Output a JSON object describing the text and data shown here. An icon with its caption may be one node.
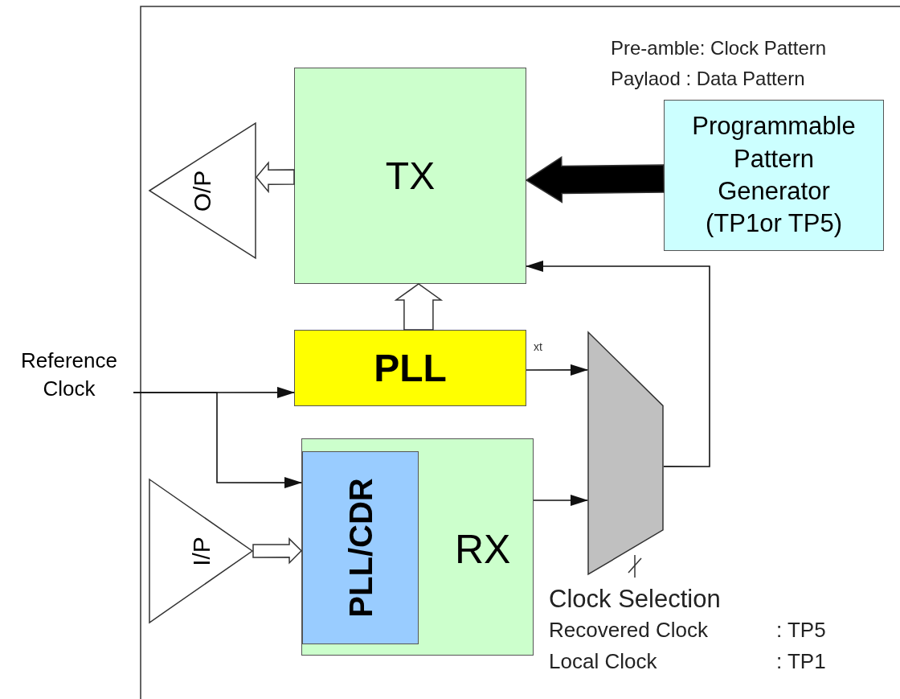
{
  "diagram": {
    "nodes": [
      {
        "text": [
          "TX"
        ]
      },
      {
        "text": [
          "O/P"
        ]
      },
      {
        "text": [
          "Programmable Pattern Generator (TP1or TP5)"
        ]
      },
      {
        "text": [
          "PLL"
        ]
      },
      {
        "text": [
          "Reference Clock"
        ]
      },
      {
        "text": [
          "RX"
        ]
      },
      {
        "text": [
          "PLL/CDR"
        ],
        "in": 5
      },
      {
        "text": [
          "I/P"
        ]
      },
      {
        "text": [],
        "shape": "trapezoid",
        "beside": [
          "Clock Selection"
        ]
      }
    ],
    "edges": [
      {
        "from": 0,
        "to": 1,
        "arrow": "to",
        "style": "thick"
      },
      {
        "from": 2,
        "to": 0,
        "arrow": "to",
        "style": "thick",
        "color": "#000000"
      },
      {
        "from": 8,
        "to": 0,
        "arrow": "to"
      },
      {
        "from": 3,
        "to": 0,
        "arrow": "to",
        "style": "thick"
      },
      {
        "from": 4,
        "to": 3,
        "arrow": "to"
      },
      {
        "from": 4,
        "to": 6,
        "arrow": "to"
      },
      {
        "from": 3,
        "to": 8,
        "arrow": "to",
        "label": "xt"
      },
      {
        "from": 5,
        "to": 8,
        "arrow": "to"
      },
      {
        "from": 7,
        "to": 6,
        "arrow": "to",
        "style": "thick"
      }
    ],
    "labels": [
      "Pre-amble: Clock Pattern",
      "Paylaod : Data Pattern",
      "Recovered Clock",
      ": TP5",
      "Local Clock",
      ": TP1"
    ]
  }
}
